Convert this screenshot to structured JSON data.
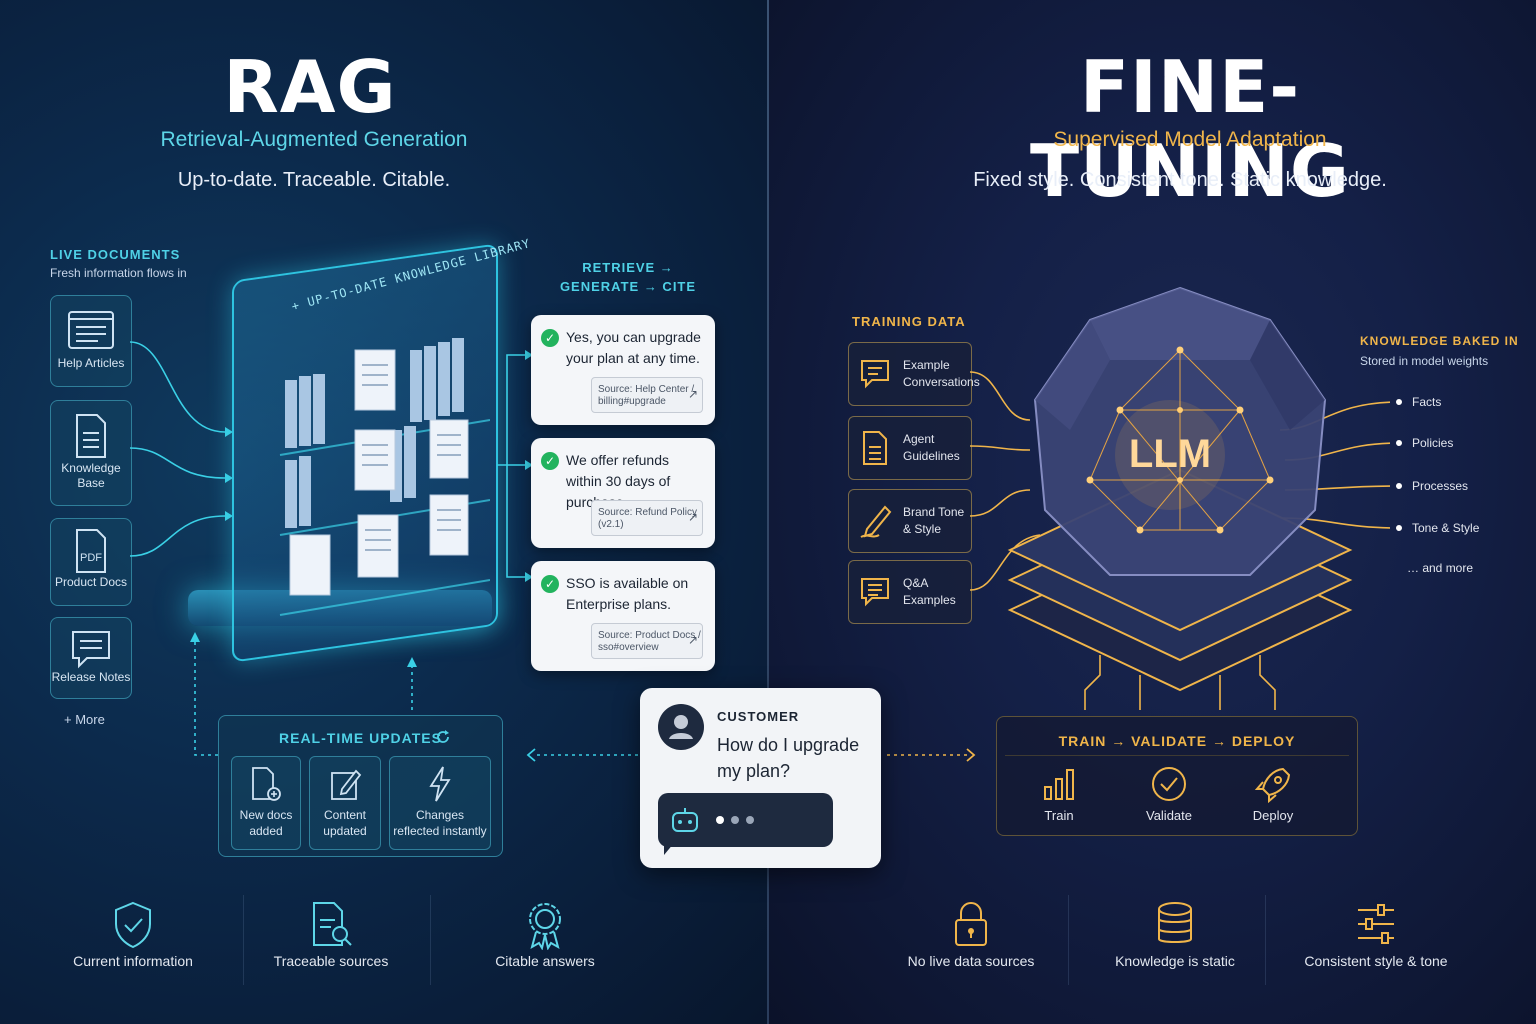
{
  "rag": {
    "title": "RAG",
    "subtitle": "Retrieval-Augmented Generation",
    "tagline": "Up-to-date. Traceable. Citable.",
    "live_docs": {
      "label": "LIVE DOCUMENTS",
      "note": "Fresh information flows in",
      "items": [
        {
          "label": "Help Articles",
          "icon": "browser-article-icon"
        },
        {
          "label": "Knowledge\nBase",
          "icon": "document-icon"
        },
        {
          "label": "Product Docs",
          "icon": "pdf-icon"
        },
        {
          "label": "Release Notes",
          "icon": "chat-note-icon"
        }
      ],
      "more": "+ More"
    },
    "library_label": "+ UP-TO-DATE KNOWLEDGE LIBRARY",
    "flow_label": "RETRIEVE →\nGENERATE → CITE",
    "answers": [
      {
        "text": "Yes, you can upgrade your plan at any time.",
        "source": "Source: Help Center / billing#upgrade"
      },
      {
        "text": "We offer refunds within 30 days of purchase.",
        "source": "Source: Refund Policy (v2.1)"
      },
      {
        "text": "SSO is available on Enterprise plans.",
        "source": "Source: Product Docs / sso#overview"
      }
    ],
    "realtime": {
      "label": "REAL-TIME UPDATES",
      "items": [
        {
          "label": "New docs\nadded",
          "icon": "new-doc-icon"
        },
        {
          "label": "Content\nupdated",
          "icon": "edit-icon"
        },
        {
          "label": "Changes\nreflected instantly",
          "icon": "lightning-icon"
        }
      ]
    },
    "benefits": [
      {
        "label": "Current information",
        "icon": "shield-check-icon"
      },
      {
        "label": "Traceable sources",
        "icon": "document-search-icon"
      },
      {
        "label": "Citable answers",
        "icon": "award-badge-icon"
      }
    ]
  },
  "customer": {
    "label": "CUSTOMER",
    "question": "How do I upgrade\nmy plan?"
  },
  "finetune": {
    "title": "FINE-TUNING",
    "subtitle": "Supervised Model Adaptation",
    "tagline": "Fixed style. Consistent tone. Static knowledge.",
    "training_label": "TRAINING DATA",
    "training_items": [
      {
        "label": "Example\nConversations",
        "icon": "chat-icon"
      },
      {
        "label": "Agent\nGuidelines",
        "icon": "document-icon"
      },
      {
        "label": "Brand Tone\n& Style",
        "icon": "pen-icon"
      },
      {
        "label": "Q&A\nExamples",
        "icon": "chat-list-icon"
      }
    ],
    "model_label": "LLM",
    "knowledge_label": "KNOWLEDGE BAKED IN",
    "knowledge_note": "Stored in model weights",
    "knowledge_items": [
      "Facts",
      "Policies",
      "Processes",
      "Tone & Style",
      "… and more"
    ],
    "pipeline_label": "TRAIN → VALIDATE → DEPLOY",
    "pipeline_items": [
      {
        "label": "Train",
        "icon": "bar-chart-icon"
      },
      {
        "label": "Validate",
        "icon": "check-circle-icon"
      },
      {
        "label": "Deploy",
        "icon": "rocket-icon"
      }
    ],
    "drawbacks": [
      {
        "label": "No live data sources",
        "icon": "lock-icon"
      },
      {
        "label": "Knowledge is static",
        "icon": "database-icon"
      },
      {
        "label": "Consistent style & tone",
        "icon": "sliders-icon"
      }
    ]
  },
  "colors": {
    "rag_accent": "#4fd1e6",
    "finetune_accent": "#f0b54a",
    "check_green": "#22b35e"
  }
}
